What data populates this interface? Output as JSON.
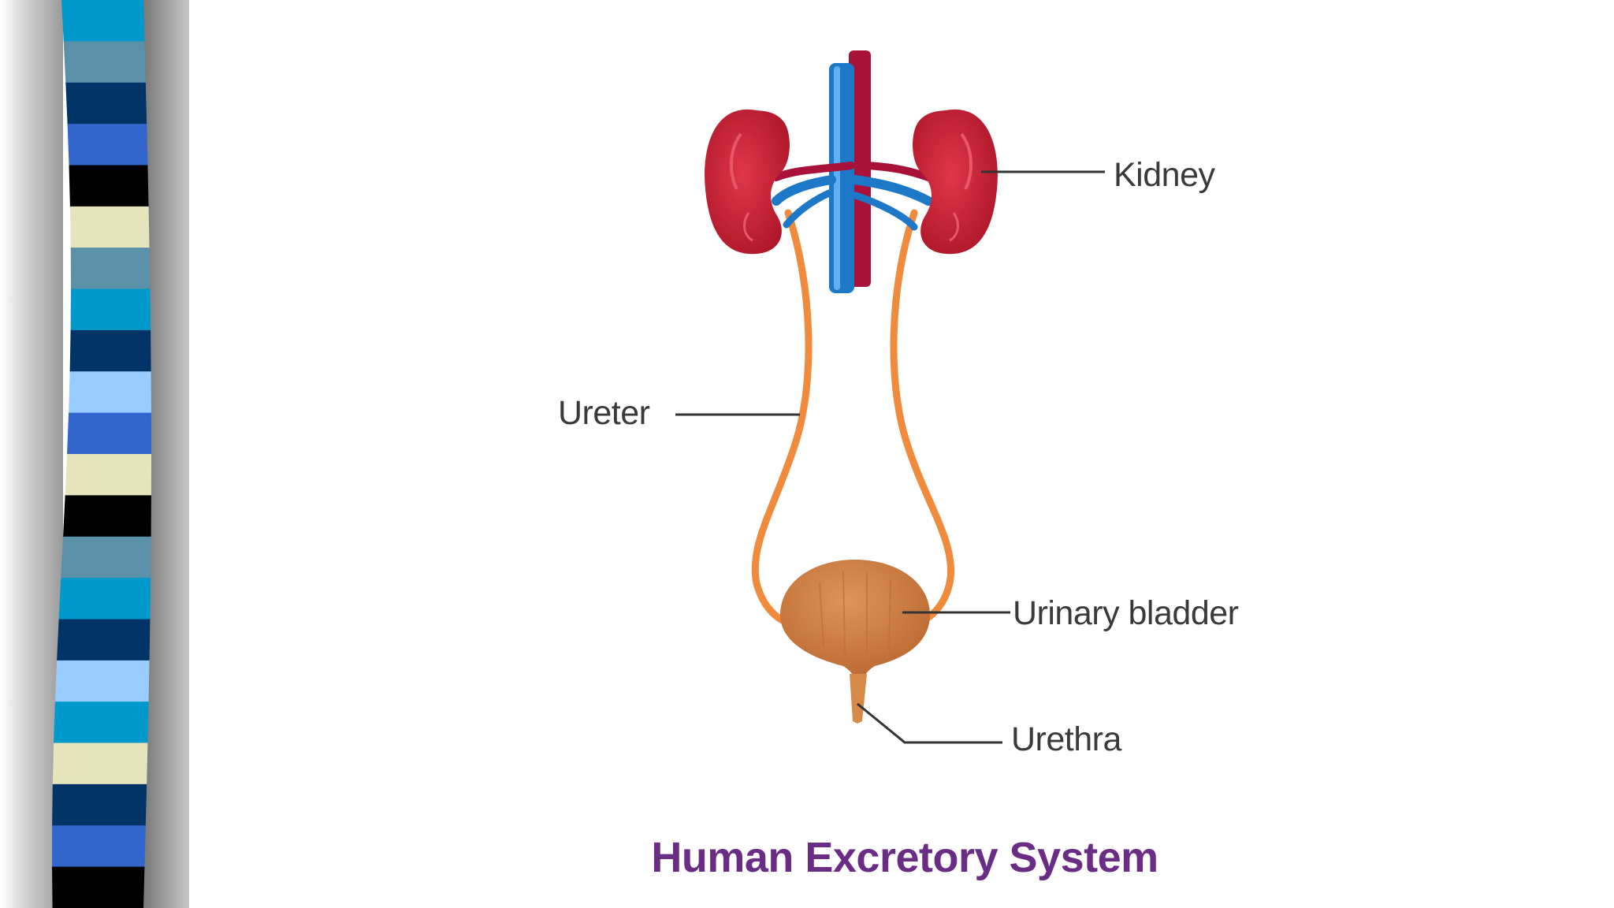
{
  "labels": {
    "kidney": "Kidney",
    "ureter": "Ureter",
    "urinary_bladder": "Urinary bladder",
    "urethra": "Urethra"
  },
  "caption": "Human Excretory System",
  "colors": {
    "kidney": "#c8202f",
    "vein": "#1e78c8",
    "artery": "#a8123a",
    "ureter": "#f08a3c",
    "bladder": "#c97a3e",
    "caption": "#6a2d86",
    "sidebar_gradient": "#9a9a9a"
  },
  "side_decoration": {
    "stripe_colors": [
      "#0099cc",
      "#5a90a8",
      "#003366",
      "#3366cc",
      "#000000",
      "#e6e4bc",
      "#5a90a8",
      "#0099cc",
      "#003366",
      "#99ccff",
      "#3366cc",
      "#e6e4bc",
      "#000000",
      "#5a90a8",
      "#0099cc",
      "#003366",
      "#99ccff",
      "#0099cc",
      "#e6e4bc",
      "#003366",
      "#3366cc",
      "#000000"
    ]
  }
}
